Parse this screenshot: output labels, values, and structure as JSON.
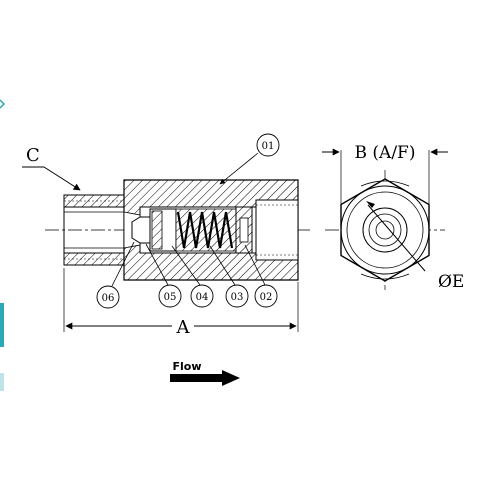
{
  "labels": {
    "c": "C",
    "a": "A",
    "b": "B (A/F)",
    "e": "ØE",
    "flow": "Flow"
  },
  "balloons": [
    {
      "id": "p01",
      "text": "01"
    },
    {
      "id": "p02",
      "text": "02"
    },
    {
      "id": "p03",
      "text": "03"
    },
    {
      "id": "p04",
      "text": "04"
    },
    {
      "id": "p05",
      "text": "05"
    },
    {
      "id": "p06",
      "text": "06"
    }
  ],
  "colors": {
    "line": "#000000",
    "accent": "#2aa8b5",
    "accent_light": "#bfe3e8"
  }
}
